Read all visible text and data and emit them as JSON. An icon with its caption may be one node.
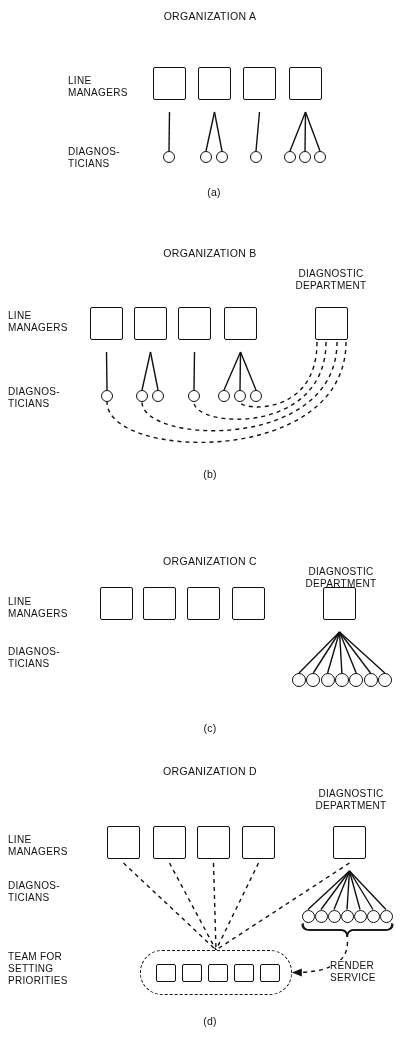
{
  "diagram": {
    "nodes": [
      {
        "text": [],
        "shape": "box"
      },
      {
        "text": [],
        "shape": "box"
      },
      {
        "text": [],
        "shape": "box"
      },
      {
        "text": [],
        "shape": "box"
      },
      {
        "text": [],
        "shape": "circle"
      },
      {
        "text": [],
        "shape": "circle"
      },
      {
        "text": [],
        "shape": "circle"
      },
      {
        "text": [],
        "shape": "circle"
      },
      {
        "text": [],
        "shape": "circle"
      },
      {
        "text": [],
        "shape": "circle"
      },
      {
        "text": [],
        "shape": "circle"
      },
      {
        "text": [],
        "shape": "box"
      },
      {
        "text": [],
        "shape": "box"
      },
      {
        "text": [],
        "shape": "box"
      },
      {
        "text": [],
        "shape": "box"
      },
      {
        "text": [
          "DIAGNOSTIC DEPARTMENT"
        ]
      },
      {
        "text": [],
        "shape": "circle"
      },
      {
        "text": [],
        "shape": "circle"
      },
      {
        "text": [],
        "shape": "circle"
      },
      {
        "text": [],
        "shape": "circle"
      },
      {
        "text": [],
        "shape": "circle"
      },
      {
        "text": [],
        "shape": "circle"
      },
      {
        "text": [],
        "shape": "circle"
      },
      {
        "text": [],
        "shape": "box"
      },
      {
        "text": [],
        "shape": "box"
      },
      {
        "text": [],
        "shape": "box"
      },
      {
        "text": [],
        "shape": "box"
      },
      {
        "text": [
          "DIAGNOSTIC DEPARTMENT"
        ]
      },
      {
        "text": [],
        "shape": "circle"
      },
      {
        "text": [],
        "shape": "circle"
      },
      {
        "text": [],
        "shape": "circle"
      },
      {
        "text": [],
        "shape": "circle"
      },
      {
        "text": [],
        "shape": "circle"
      },
      {
        "text": [],
        "shape": "circle"
      },
      {
        "text": [],
        "shape": "circle"
      },
      {
        "text": [],
        "shape": "box"
      },
      {
        "text": [],
        "shape": "box"
      },
      {
        "text": [],
        "shape": "box"
      },
      {
        "text": [],
        "shape": "box"
      },
      {
        "text": [
          "DIAGNOSTIC DEPARTMENT"
        ]
      },
      {
        "text": [],
        "shape": "circle"
      },
      {
        "text": [],
        "shape": "circle"
      },
      {
        "text": [],
        "shape": "circle"
      },
      {
        "text": [],
        "shape": "circle"
      },
      {
        "text": [],
        "shape": "circle"
      },
      {
        "text": [],
        "shape": "circle"
      },
      {
        "text": [],
        "shape": "circle"
      },
      {
        "text": [],
        "shape": "box"
      },
      {
        "text": [],
        "shape": "box",
        "in": 47
      },
      {
        "text": [],
        "shape": "box",
        "in": 47
      },
      {
        "text": [],
        "shape": "box",
        "in": 47
      },
      {
        "text": [],
        "shape": "box",
        "in": 47
      },
      {
        "text": [],
        "shape": "box",
        "in": 47
      },
      {
        "text": [],
        "shape": "brace"
      }
    ],
    "edges": [
      {
        "from": 0,
        "to": 4,
        "arrow": "none"
      },
      {
        "from": 1,
        "to": 5,
        "arrow": "none"
      },
      {
        "from": 1,
        "to": 6,
        "arrow": "none"
      },
      {
        "from": 2,
        "to": 7,
        "arrow": "none"
      },
      {
        "from": 3,
        "to": 8,
        "arrow": "none"
      },
      {
        "from": 3,
        "to": 9,
        "arrow": "none"
      },
      {
        "from": 3,
        "to": 10,
        "arrow": "none"
      },
      {
        "from": 11,
        "to": 16,
        "arrow": "none"
      },
      {
        "from": 12,
        "to": 17,
        "arrow": "none"
      },
      {
        "from": 12,
        "to": 18,
        "arrow": "none"
      },
      {
        "from": 13,
        "to": 19,
        "arrow": "none"
      },
      {
        "from": 14,
        "to": 20,
        "arrow": "none"
      },
      {
        "from": 14,
        "to": 21,
        "arrow": "none"
      },
      {
        "from": 14,
        "to": 22,
        "arrow": "none"
      },
      {
        "from": 15,
        "to": 16,
        "arrow": "none",
        "style": "dashed"
      },
      {
        "from": 15,
        "to": 17,
        "arrow": "none",
        "style": "dashed"
      },
      {
        "from": 15,
        "to": 19,
        "arrow": "none",
        "style": "dashed"
      },
      {
        "from": 15,
        "to": 21,
        "arrow": "none",
        "style": "dashed"
      },
      {
        "from": 27,
        "to": 28,
        "arrow": "none"
      },
      {
        "from": 27,
        "to": 29,
        "arrow": "none"
      },
      {
        "from": 27,
        "to": 30,
        "arrow": "none"
      },
      {
        "from": 27,
        "to": 31,
        "arrow": "none"
      },
      {
        "from": 27,
        "to": 32,
        "arrow": "none"
      },
      {
        "from": 27,
        "to": 33,
        "arrow": "none"
      },
      {
        "from": 27,
        "to": 34,
        "arrow": "none"
      },
      {
        "from": 39,
        "to": 40,
        "arrow": "none"
      },
      {
        "from": 39,
        "to": 41,
        "arrow": "none"
      },
      {
        "from": 39,
        "to": 42,
        "arrow": "none"
      },
      {
        "from": 39,
        "to": 43,
        "arrow": "none"
      },
      {
        "from": 39,
        "to": 44,
        "arrow": "none"
      },
      {
        "from": 39,
        "to": 45,
        "arrow": "none"
      },
      {
        "from": 39,
        "to": 46,
        "arrow": "none"
      },
      {
        "from": 35,
        "to": 47,
        "arrow": "none",
        "style": "dashed"
      },
      {
        "from": 36,
        "to": 47,
        "arrow": "none",
        "style": "dashed"
      },
      {
        "from": 37,
        "to": 47,
        "arrow": "none",
        "style": "dashed"
      },
      {
        "from": 38,
        "to": 47,
        "arrow": "none",
        "style": "dashed"
      },
      {
        "from": 39,
        "to": 47,
        "arrow": "none",
        "style": "dashed"
      },
      {
        "from": 53,
        "to": 47,
        "arrow": "to",
        "style": "dashed",
        "label": "RENDER SERVICE"
      }
    ],
    "labels": [
      "ORGANIZATION A",
      "LINE MANAGERS",
      "DIAGNOS- TICIANS",
      "(a)",
      "ORGANIZATION B",
      "LINE MANAGERS",
      "DIAGNOS- TICIANS",
      "(b)",
      "ORGANIZATION C",
      "LINE MANAGERS",
      "DIAGNOS- TICIANS",
      "(c)",
      "ORGANIZATION D",
      "LINE MANAGERS",
      "DIAGNOS- TICIANS",
      "TEAM FOR SETTING PRIORITIES",
      "(d)"
    ]
  }
}
